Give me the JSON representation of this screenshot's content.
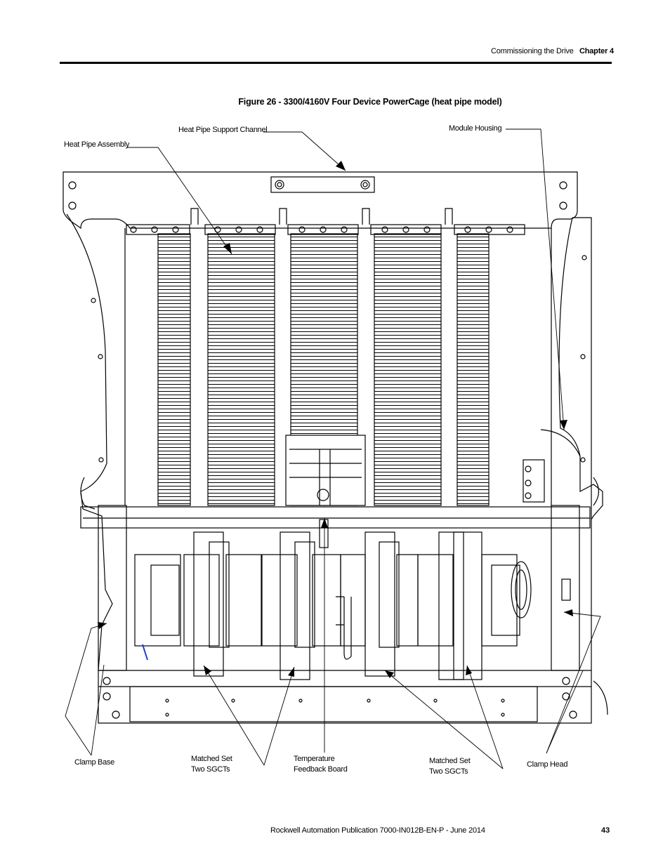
{
  "header": {
    "section": "Commissioning the Drive",
    "chapter": "Chapter 4"
  },
  "figure": {
    "title": "Figure 26 - 3300/4160V Four Device PowerCage (heat pipe model)",
    "callouts": {
      "heat_pipe_support_channel": "Heat Pipe Support Channel",
      "module_housing": "Module Housing",
      "heat_pipe_assembly": "Heat Pipe Assembly",
      "clamp_base": "Clamp Base",
      "matched_set_left": [
        "Matched Set",
        "Two SGCTs"
      ],
      "temperature_feedback_board": [
        "Temperature",
        "Feedback Board"
      ],
      "matched_set_right": [
        "Matched Set",
        "Two SGCTs"
      ],
      "clamp_head": "Clamp Head"
    }
  },
  "footer": {
    "publication": "Rockwell Automation Publication 7000-IN012B-EN-P - June 2014",
    "page_number": "43"
  }
}
